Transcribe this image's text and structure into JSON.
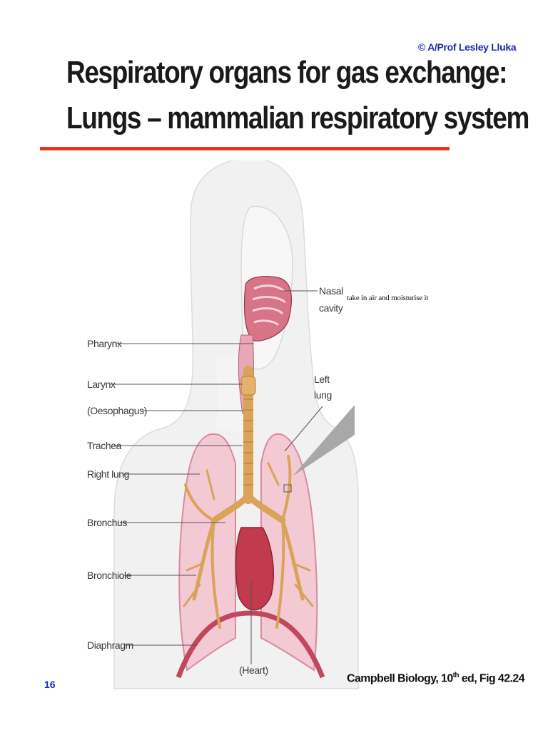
{
  "header": {
    "copyright": "© A/Prof Lesley Lluka",
    "title_line1": "Respiratory organs for gas exchange:",
    "title_line2": "Lungs – mammalian respiratory system"
  },
  "labels": {
    "nasal": "Nasal",
    "cavity": "cavity",
    "left": "Left",
    "lung": "lung",
    "pharynx": "Pharynx",
    "larynx": "Larynx",
    "oesophagus": "(Oesophagus)",
    "trachea": "Trachea",
    "right_lung": "Right lung",
    "bronchus": "Bronchus",
    "bronchiole": "Bronchiole",
    "diaphragm": "Diaphragm",
    "heart": "(Heart)"
  },
  "annotation": "take in air and moisturise it",
  "footer": {
    "slide_number": "16",
    "citation_pre": "Campbell Biology, 10",
    "citation_sup": "th",
    "citation_post": " ed, Fig 42.24"
  },
  "colors": {
    "rule": "#e8341c",
    "accent_text": "#1f2aa8",
    "lung_fill": "#f3c9d3",
    "airway_fill": "#f0cd93",
    "heart_fill": "#c23a4e"
  }
}
